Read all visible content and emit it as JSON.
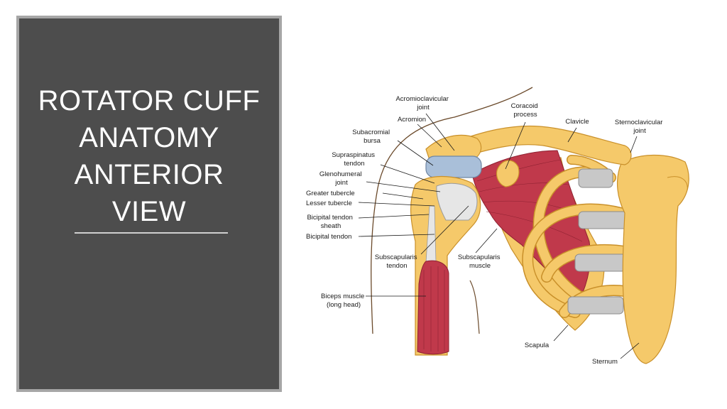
{
  "slide": {
    "title_lines": [
      "ROTATOR CUFF",
      "ANATOMY",
      "ANTERIOR",
      "VIEW"
    ]
  },
  "colors": {
    "panel_bg": "#4d4d4d",
    "panel_border": "#a6a6a6",
    "bone": "#f5c96a",
    "bone_outline": "#c9902a",
    "muscle": "#c0394b",
    "cartilage": "#c8c8c8",
    "bursa": "#a9bfd9"
  },
  "diagram": {
    "labels": {
      "acromioclavicular_joint": [
        "Acromioclavicular",
        "joint"
      ],
      "coracoid_process": [
        "Coracoid",
        "process"
      ],
      "acromion": "Acromion",
      "clavicle": "Clavicle",
      "sternoclavicular_joint": [
        "Sternoclavicular",
        "joint"
      ],
      "subacromial_bursa": [
        "Subacromial",
        "bursa"
      ],
      "supraspinatus_tendon": [
        "Supraspinatus",
        "tendon"
      ],
      "glenohumeral_joint": [
        "Glenohumeral",
        "joint"
      ],
      "greater_tubercle": "Greater tubercle",
      "lesser_tubercle": "Lesser tubercle",
      "bicipital_tendon_sheath": [
        "Bicipital tendon",
        "sheath"
      ],
      "bicipital_tendon": "Bicipital tendon",
      "subscapularis_tendon": [
        "Subscapularis",
        "tendon"
      ],
      "subscapularis_muscle": [
        "Subscapularis",
        "muscle"
      ],
      "biceps_muscle": [
        "Biceps muscle",
        "(long head)"
      ],
      "scapula": "Scapula",
      "sternum": "Sternum"
    }
  }
}
